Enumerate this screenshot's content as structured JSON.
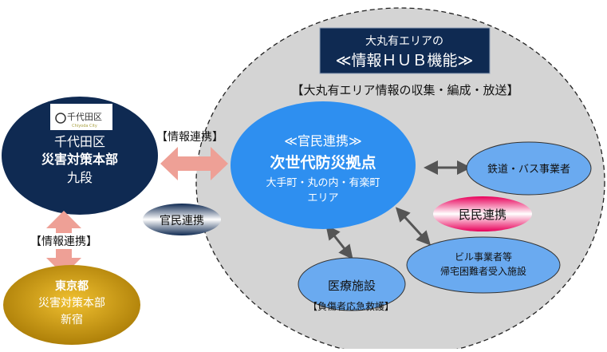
{
  "hub": {
    "line1": "大丸有エリアの",
    "line2": "≪情報ＨＵＢ機能≫",
    "subtitle": "【大丸有エリア情報の収集・編成・放送】"
  },
  "center": {
    "line1": "≪官民連携≫",
    "line2": "次世代防災拠点",
    "line3": "大手町・丸の内・有楽町",
    "line4": "エリア"
  },
  "chiyoda": {
    "logo_text": "千代田区",
    "logo_sub": "Chiyoda City",
    "line1": "千代田区",
    "line2": "災害対策本部",
    "line3": "九段"
  },
  "tokyo": {
    "line1": "東京都",
    "line2": "災害対策本部",
    "line3": "新宿"
  },
  "links": {
    "info_h": "【情報連携】",
    "info_v": "【情報連携】",
    "public_private": "官民連携",
    "private_private": "民民連携"
  },
  "nodes": {
    "rail": "鉄道・バス事業者",
    "building1": "ビル事業者等",
    "building2": "帰宅困難者受入施設",
    "medical": "医療施設",
    "medical_note": "【負傷者応急救護】"
  },
  "colors": {
    "navy": "#0f2a52",
    "blue": "#2e8ff0",
    "light_blue": "#6aaaf0",
    "gold": "#c99a10",
    "pink": "#e8005a",
    "arrow": "#eea096",
    "grey": "#d4d4d4"
  }
}
